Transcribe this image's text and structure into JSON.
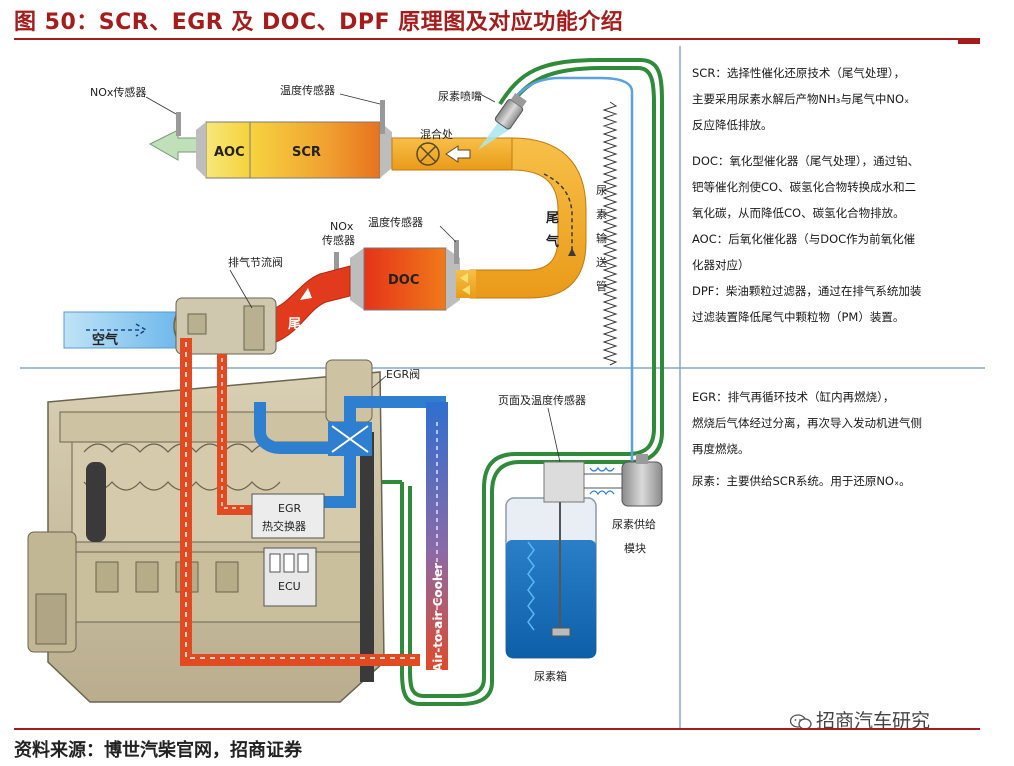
{
  "figure": {
    "title": "图 50：SCR、EGR 及 DOC、DPF 原理图及对应功能介绍",
    "source": "资料来源：博世汽柴官网，招商证券",
    "watermark": "招商汽车研究"
  },
  "diagram_labels": {
    "nox_sensor_top": "NOx传感器",
    "temp_sensor_top": "温度传感器",
    "urea_nozzle": "尿素喷嘴",
    "mixer": "混合处",
    "aoc": "AOC",
    "scr": "SCR",
    "nox_sensor_mid_1": "NOx",
    "nox_sensor_mid_2": "传感器",
    "temp_sensor_mid": "温度传感器",
    "doc": "DOC",
    "exhaust_valve": "排气节流阀",
    "air": "空气",
    "exhaust_pipe_1": "尾",
    "exhaust_pipe_2": "气",
    "urea_line_1": "尿",
    "urea_line_2": "素",
    "urea_line_3": "输",
    "urea_line_4": "送",
    "urea_line_5": "管",
    "egr_valve": "EGR阀",
    "egr_cooler_1": "EGR",
    "egr_cooler_2": "热交换器",
    "ecu": "ECU",
    "level_temp_sensor": "页面及温度传感器",
    "urea_tank": "尿素箱",
    "urea_supply_1": "尿素供给",
    "urea_supply_2": "模块",
    "air_cooler": "Air-to-air Cooler"
  },
  "notes": {
    "scr_1": "SCR：选择性催化还原技术（尾气处理），",
    "scr_2": "主要采用尿素水解后产物NH₃与尾气中NOₓ",
    "scr_3": "反应降低排放。",
    "doc_1": "DOC：氧化型催化器（尾气处理），通过铂、",
    "doc_2": "钯等催化剂使CO、碳氢化合物转换成水和二",
    "doc_3": "氧化碳，从而降低CO、碳氢化合物排放。",
    "aoc_1": "AOC：后氧化催化器（与DOC作为前氧化催",
    "aoc_2": "化器对应）",
    "dpf_1": "DPF：柴油颗粒过滤器，通过在排气系统加装",
    "dpf_2": "过滤装置降低尾气中颗粒物（PM）装置。",
    "egr_1": "EGR：排气再循环技术（缸内再燃烧），",
    "egr_2": "燃烧后气体经过分离，再次导入发动机进气侧",
    "egr_3": "再度燃烧。",
    "urea_1": "尿素：主要供给SCR系统。用于还原NOₓ。"
  },
  "colors": {
    "accent": "#a51c1c",
    "exhaust_orange": "#f0a020",
    "hot_red": "#e03a1e",
    "cool_blue": "#2e7fd0",
    "urea_green": "#2f8a3a",
    "divider": "#8aa6c8"
  }
}
